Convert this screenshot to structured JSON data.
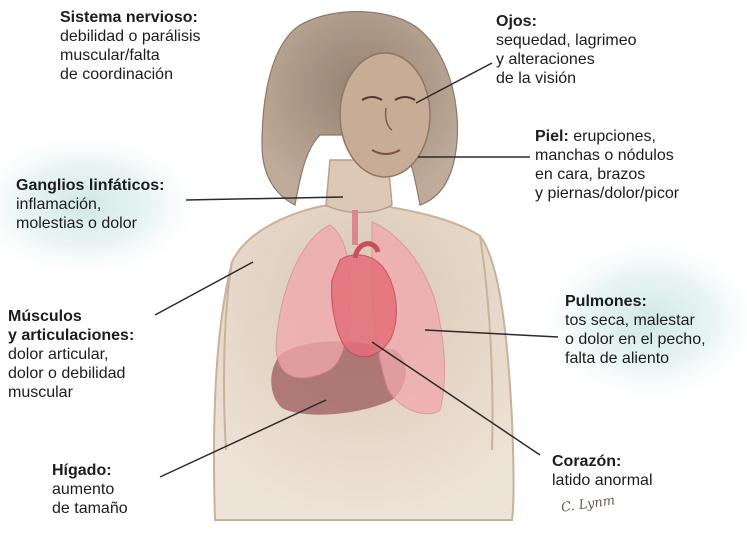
{
  "labels": {
    "nervous": {
      "title": "Sistema nervioso:",
      "lines": [
        "debilidad o parálisis",
        "muscular/falta",
        "de coordinación"
      ]
    },
    "eyes": {
      "title": "Ojos:",
      "lines": [
        "sequedad, lagrimeo",
        "y alteraciones",
        "de la visión"
      ]
    },
    "skin": {
      "title": "Piel:",
      "first": " erupciones,",
      "lines": [
        "manchas o nódulos",
        "en cara, brazos",
        "y piernas/dolor/picor"
      ]
    },
    "lymph": {
      "title": "Ganglios linfáticos:",
      "lines": [
        "inflamación,",
        "molestias o dolor"
      ]
    },
    "muscles": {
      "title1": "Músculos",
      "title2": "y articulaciones:",
      "lines": [
        "dolor articular,",
        "dolor o debilidad",
        "muscular"
      ]
    },
    "lungs": {
      "title": "Pulmones:",
      "lines": [
        "tos seca, malestar",
        "o dolor en el pecho,",
        "falta de aliento"
      ]
    },
    "liver": {
      "title": "Hígado:",
      "lines": [
        "aumento",
        "de tamaño"
      ]
    },
    "heart": {
      "title": "Corazón:",
      "lines": [
        "latido anormal"
      ]
    }
  },
  "signature": "C. Lynm",
  "colors": {
    "text": "#1c1c1c",
    "leader_line": "#2a2a2a",
    "highlight_glow": "#cfe7e6",
    "skin_sketch": "#c9b29c",
    "lungs": "#f1a9ad",
    "heart": "#e56f79",
    "liver": "#9c5a5c"
  }
}
